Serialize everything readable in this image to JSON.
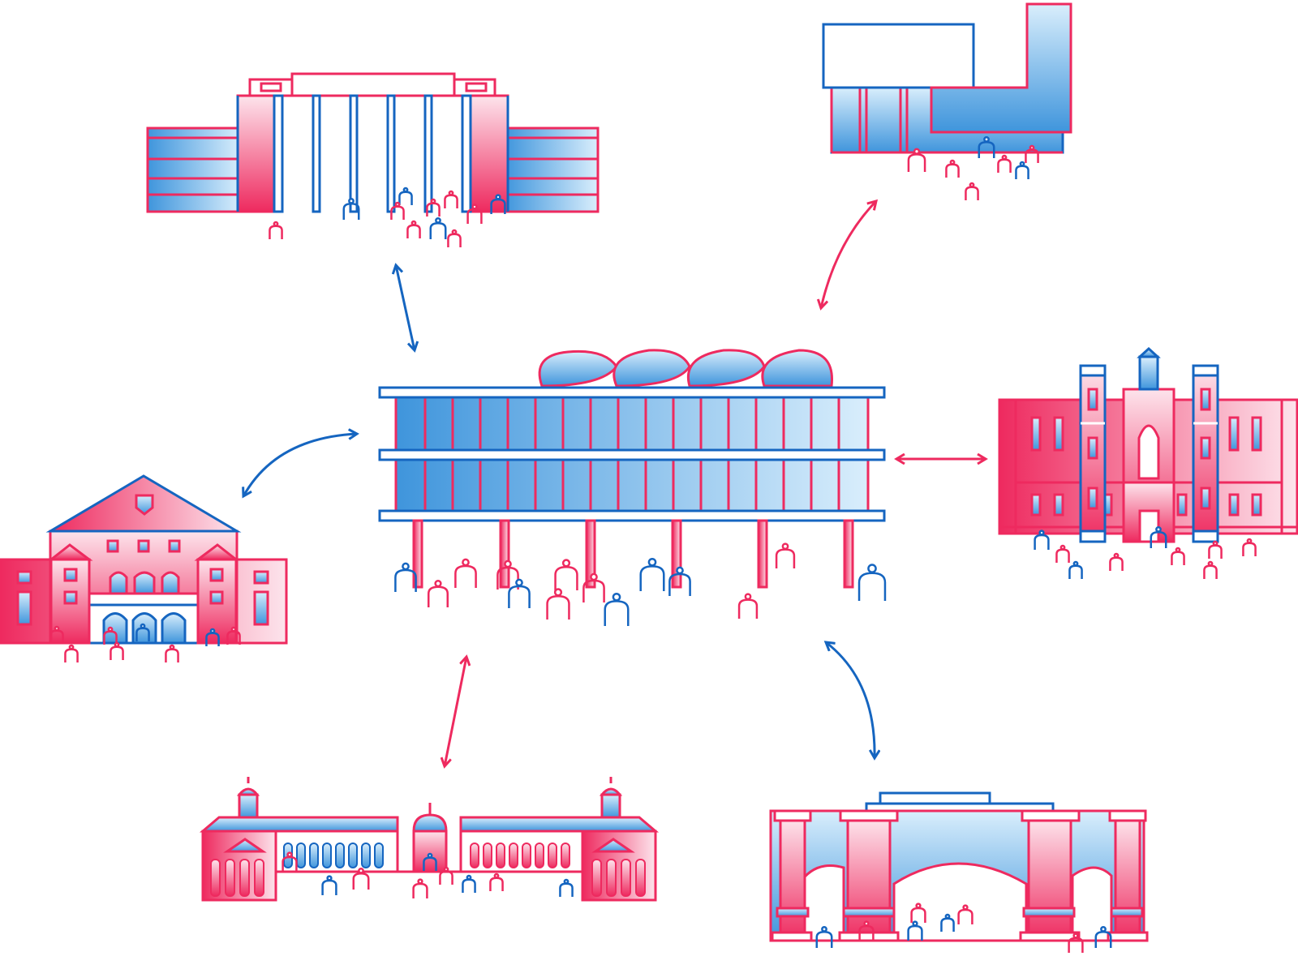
{
  "colors": {
    "pink": "#ee2a5f",
    "blue": "#1565c0",
    "light_blue": "#d5ecfb",
    "light_pink": "#fbd6e2"
  },
  "nodes": [
    {
      "id": "central-modernist-building",
      "icon": "building-on-pilotis-with-shell-roof"
    },
    {
      "id": "column-hall-building",
      "icon": "building-with-columns"
    },
    {
      "id": "cantilever-building",
      "icon": "modern-cantilever-building"
    },
    {
      "id": "classical-manor",
      "icon": "pediment-manor"
    },
    {
      "id": "gothic-college",
      "icon": "gothic-towers-building"
    },
    {
      "id": "domed-arcade",
      "icon": "domed-arcade-building"
    },
    {
      "id": "arched-gateway",
      "icon": "classical-arch-gateway"
    }
  ],
  "connections": [
    {
      "from": "central-modernist-building",
      "to": "column-hall-building",
      "color": "#1565c0",
      "type": "bidirectional"
    },
    {
      "from": "central-modernist-building",
      "to": "cantilever-building",
      "color": "#ee2a5f",
      "type": "bidirectional"
    },
    {
      "from": "central-modernist-building",
      "to": "classical-manor",
      "color": "#1565c0",
      "type": "bidirectional"
    },
    {
      "from": "central-modernist-building",
      "to": "gothic-college",
      "color": "#ee2a5f",
      "type": "bidirectional"
    },
    {
      "from": "central-modernist-building",
      "to": "domed-arcade",
      "color": "#ee2a5f",
      "type": "bidirectional"
    },
    {
      "from": "central-modernist-building",
      "to": "arched-gateway",
      "color": "#1565c0",
      "type": "bidirectional"
    }
  ]
}
